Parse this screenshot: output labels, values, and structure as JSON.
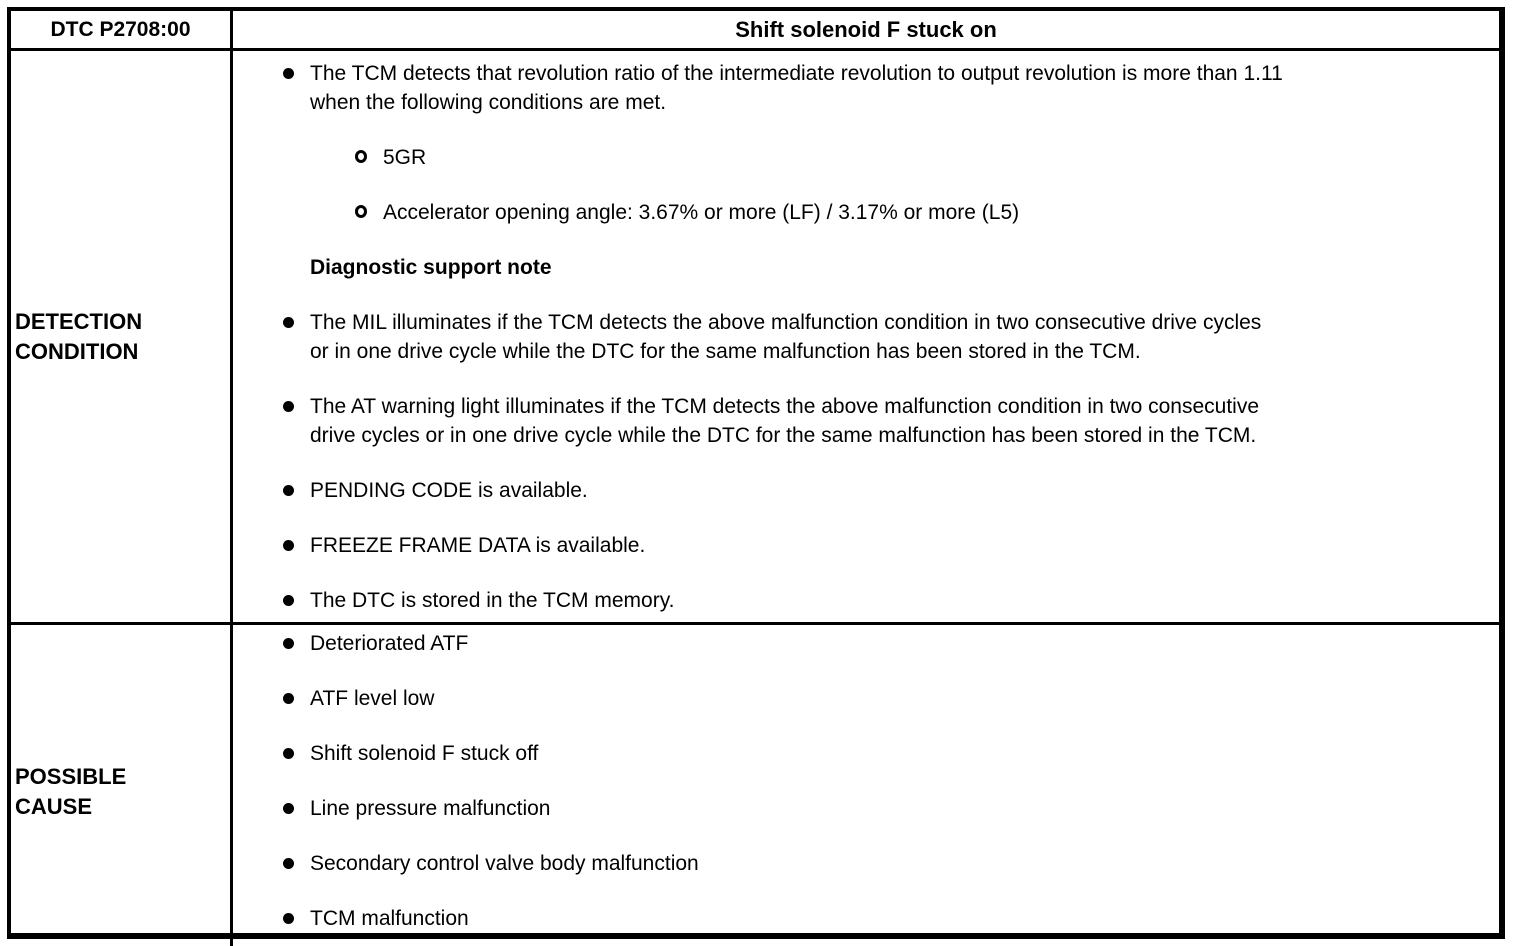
{
  "colors": {
    "background": "#ffffff",
    "text": "#000000",
    "border": "#000000"
  },
  "table": {
    "header": {
      "dtc_code": "DTC P2708:00",
      "title": "Shift solenoid F stuck on"
    },
    "detection": {
      "label_lines": [
        "DETECTION",
        "CONDITION"
      ],
      "items": [
        {
          "marker": "filled-bullet",
          "lines": [
            "The TCM detects that revolution ratio of the intermediate revolution to output revolution is more than 1.11",
            "when the following conditions are met."
          ]
        },
        {
          "marker": "open-circle",
          "lines": [
            "5GR"
          ]
        },
        {
          "marker": "open-circle",
          "lines": [
            "Accelerator opening angle: 3.67% or more (LF) / 3.17% or more (L5)"
          ]
        },
        {
          "marker": "none",
          "lines": [
            "Diagnostic support note"
          ]
        },
        {
          "marker": "filled-bullet",
          "lines": [
            "The MIL illuminates if the TCM detects the above malfunction condition in two consecutive drive cycles",
            "or in one drive cycle while the DTC for the same malfunction has been stored in the TCM."
          ]
        },
        {
          "marker": "filled-bullet",
          "lines": [
            "The AT warning light illuminates if the TCM detects the above malfunction condition in two consecutive",
            "drive cycles or in one drive cycle while the DTC for the same malfunction has been stored in the TCM."
          ]
        },
        {
          "marker": "filled-bullet",
          "lines": [
            "PENDING CODE is available."
          ]
        },
        {
          "marker": "filled-bullet",
          "lines": [
            "FREEZE FRAME DATA is available."
          ]
        },
        {
          "marker": "filled-bullet",
          "lines": [
            "The DTC is stored in the TCM memory."
          ]
        }
      ]
    },
    "cause": {
      "label_lines": [
        "POSSIBLE",
        "CAUSE"
      ],
      "items": [
        {
          "marker": "filled-bullet",
          "lines": [
            "Deteriorated ATF"
          ]
        },
        {
          "marker": "filled-bullet",
          "lines": [
            "ATF level low"
          ]
        },
        {
          "marker": "filled-bullet",
          "lines": [
            "Shift solenoid F stuck off"
          ]
        },
        {
          "marker": "filled-bullet",
          "lines": [
            "Line pressure malfunction"
          ]
        },
        {
          "marker": "filled-bullet",
          "lines": [
            "Secondary control valve body malfunction"
          ]
        },
        {
          "marker": "filled-bullet",
          "lines": [
            "TCM malfunction"
          ]
        }
      ]
    }
  }
}
